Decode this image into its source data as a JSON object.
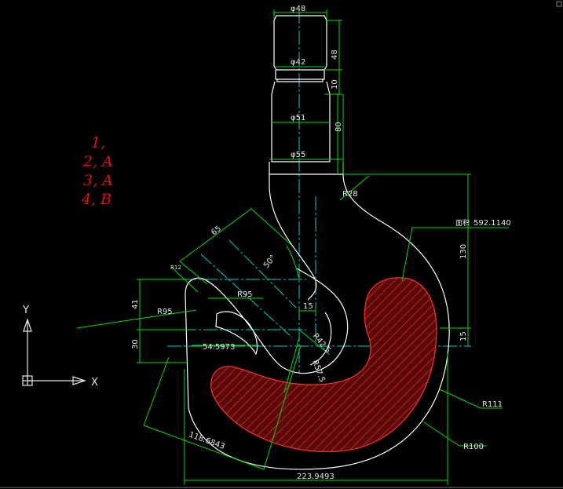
{
  "dimensions": {
    "phi48": "φ48",
    "phi42": "φ42",
    "phi51": "φ51",
    "phi55": "φ55",
    "h48": "48",
    "h10": "10",
    "h80": "80",
    "r28": "R28",
    "area": "592.1140",
    "area_prefix": "面积",
    "h130": "130",
    "h15_right": "15",
    "r111": "R111",
    "r100": "R100",
    "width_total": "223.9493",
    "diag": "118.6843",
    "d54": "54.5973",
    "d15": "15",
    "r42_5": "R42.5",
    "r57_5": "R57.5",
    "r95_left": "R95",
    "r95_inner": "R95",
    "r12": "R12",
    "d65": "65",
    "angle50": "50°",
    "v41": "41",
    "v30": "30"
  },
  "notes": [
    "1,",
    "2, A",
    "3, A",
    "4, B"
  ],
  "ucs": {
    "x": "X",
    "y": "Y"
  },
  "colors": {
    "outline": "#ffffff",
    "dimension": "#00dd00",
    "centerline": "#00cccc",
    "hatch": "#ff3030",
    "hatch_fill": "#5a0a0a",
    "annotation": "#ffee00",
    "notes": "#e01010",
    "background": "#000000"
  }
}
